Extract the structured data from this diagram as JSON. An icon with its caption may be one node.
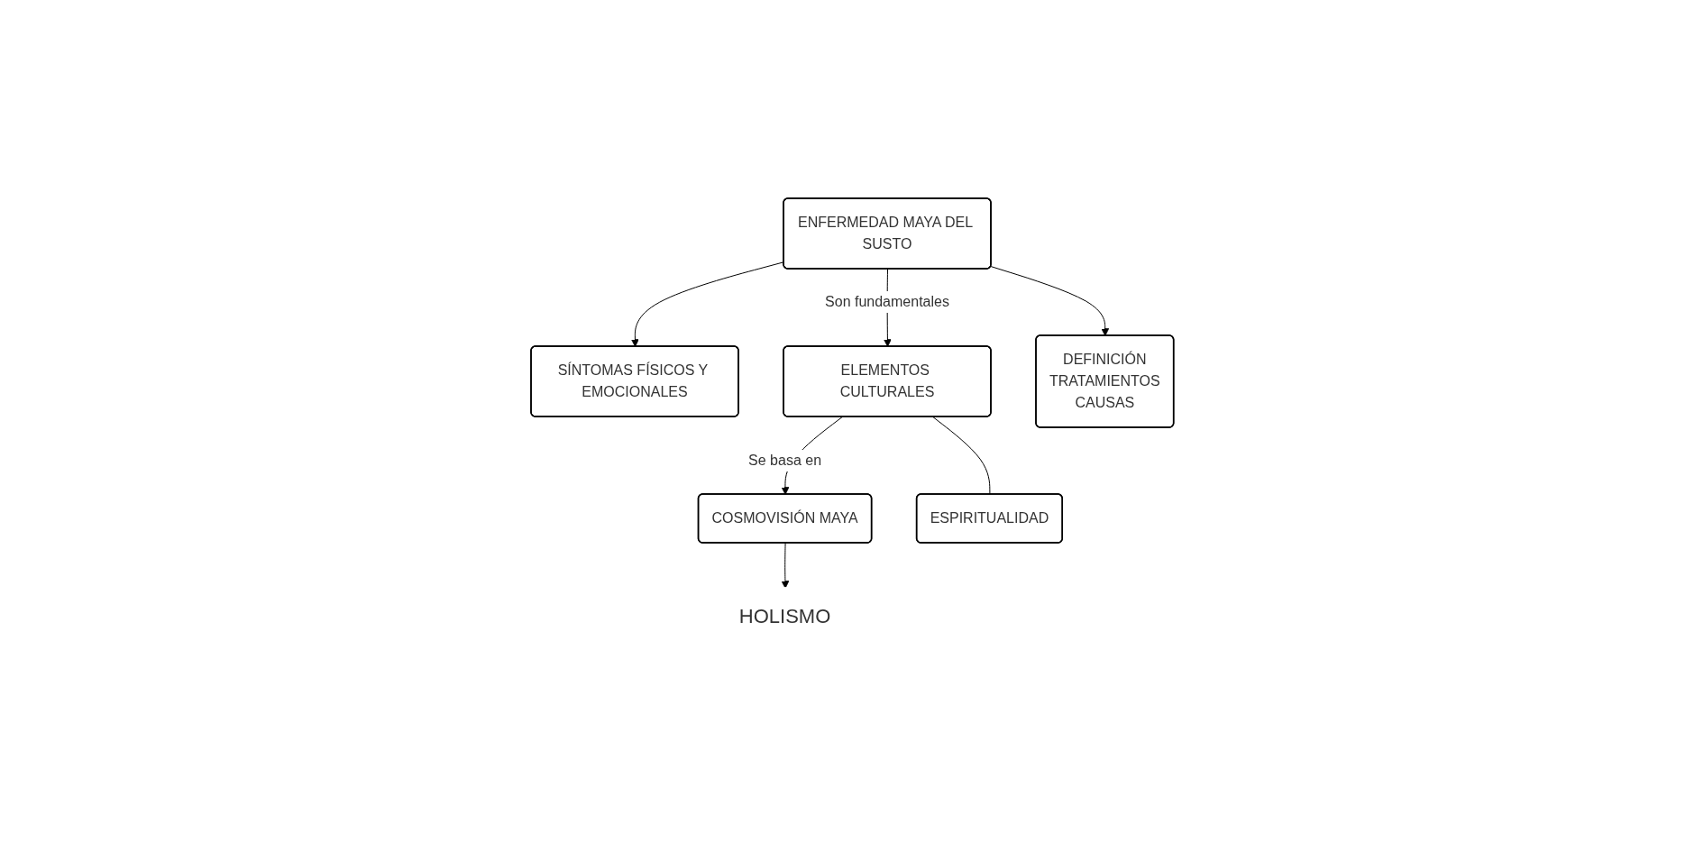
{
  "diagram": {
    "nodes": [
      {
        "text": [
          "ENFERMEDAD MAYA DEL SUSTO"
        ]
      },
      {
        "text": [
          "SÍNTOMAS FÍSICOS Y EMOCIONALES"
        ]
      },
      {
        "text": [
          "ELEMENTOS CULTURALES"
        ]
      },
      {
        "text": [
          "COSMOVISIÓN MAYA"
        ]
      },
      {
        "text": [
          "HOLISMO"
        ]
      },
      {
        "text": [
          "ESPIRITUALIDAD"
        ]
      },
      {
        "text": [
          "DEFINICIÓN",
          "TRATAMIENTOS",
          "CAUSAS"
        ]
      }
    ],
    "edges": [
      {
        "from": 0,
        "to": 2,
        "label": "Son fundamentales",
        "arrow": "to"
      },
      {
        "from": 0,
        "to": 1,
        "arrow": "to"
      },
      {
        "from": 0,
        "to": 6,
        "arrow": "to"
      },
      {
        "from": 2,
        "to": 3,
        "label": "Se basa en",
        "arrow": "to"
      },
      {
        "from": 3,
        "to": 4,
        "arrow": "to"
      },
      {
        "from": 2,
        "to": 5,
        "arrow": "none"
      }
    ]
  }
}
